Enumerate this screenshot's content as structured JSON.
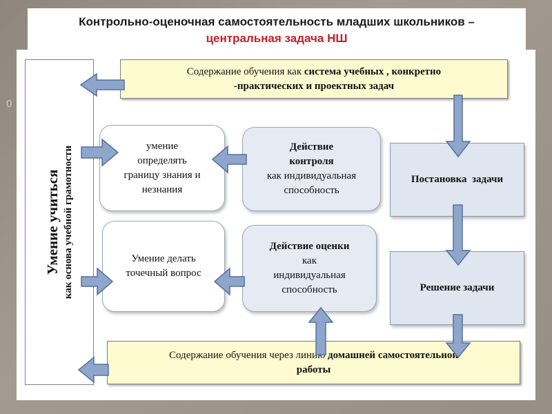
{
  "title": {
    "line1": "Контрольно-оценочная самостоятельность младших школьников –",
    "line2": "центральная задача НШ"
  },
  "left_column": {
    "main": "Умение учиться",
    "sub": "как основа учебной грамотности"
  },
  "top_box": {
    "text_plain_1": "Содержание обучения как ",
    "text_bold_1": "система учебных , конкретно",
    "text_bold_2": "-практических и проектных задач"
  },
  "bottom_box": {
    "text_plain_1": "Содержание обучения через линию ",
    "text_bold_1": "домашней самостоятельной",
    "text_bold_2": "работы"
  },
  "skill_box_1": {
    "lines": [
      "умение",
      "определять",
      "границу знания и",
      "незнания"
    ]
  },
  "skill_box_2": {
    "lines": [
      "Умение делать",
      "точечный вопрос"
    ]
  },
  "action_box_1": {
    "bold": [
      "Действие",
      "контроля"
    ],
    "plain": [
      "как индивидуальная",
      "способность"
    ]
  },
  "action_box_2": {
    "bold": [
      "Действие оценки"
    ],
    "plain": [
      "как",
      "индивидуальная",
      "способность"
    ]
  },
  "step_1": {
    "label": "Постановка  задачи"
  },
  "step_2": {
    "label": "Решение задачи"
  },
  "decoration": {
    "left_glyph": "0"
  },
  "colors": {
    "arrow_fill": "#8ea6cb",
    "arrow_stroke": "#56709a",
    "title_accent": "#c0202a",
    "yellow_box": "#fdfbcf",
    "blue_box": "#dfe6f0"
  }
}
